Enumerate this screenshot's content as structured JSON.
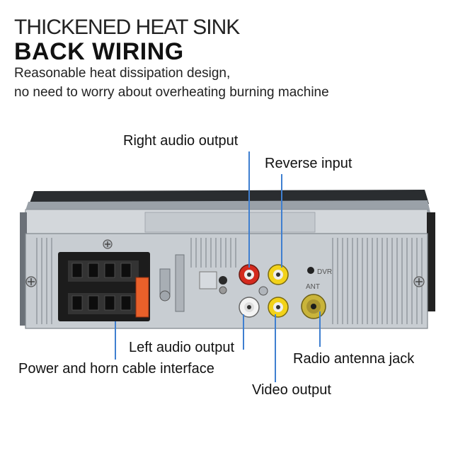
{
  "header": {
    "headline": "THICKENED HEAT SINK",
    "subhead": "BACK WIRING",
    "desc_line1": "Reasonable heat dissipation design,",
    "desc_line2": "no need to worry about overheating burning machine"
  },
  "labels": {
    "right_audio": "Right audio output",
    "reverse_input": "Reverse input",
    "left_audio": "Left audio output",
    "power_horn": "Power and horn cable interface",
    "radio_antenna": "Radio antenna jack",
    "video_output": "Video output"
  },
  "panel_marks": {
    "dvr": "DVR",
    "ant": "ANT"
  },
  "colors": {
    "callout_line": "#3f7fd0",
    "rca_red": "#d42a1e",
    "rca_yellow": "#f2d21a",
    "rca_white": "#f4f4f4",
    "antenna_gold": "#c9b43a",
    "chassis": "#c8cdd2",
    "connector_black": "#1c1c1c",
    "fuse_orange": "#e8602a"
  }
}
